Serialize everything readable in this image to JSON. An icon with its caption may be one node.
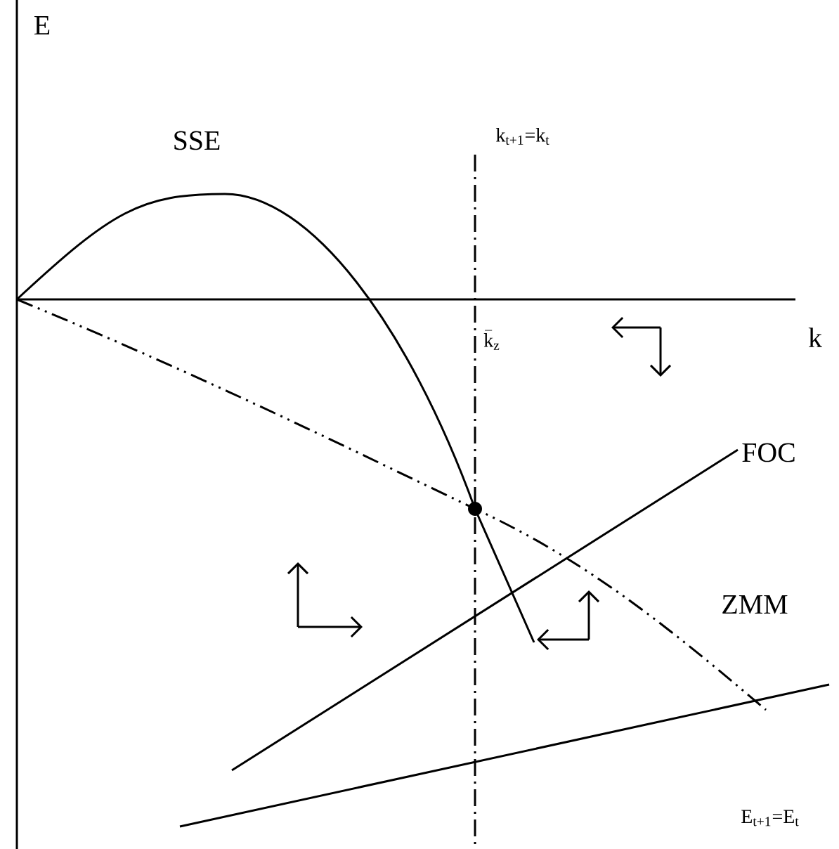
{
  "diagram": {
    "labels": [
      "E",
      "k",
      "SSE",
      "k$_{t+1}$=k$_{t}$",
      "\\bar{\\mathrm{k}}_{\\mathrm{z}}",
      "FOC",
      "ZMM",
      "E$_{t+1}$=E$_{t}$"
    ]
  }
}
